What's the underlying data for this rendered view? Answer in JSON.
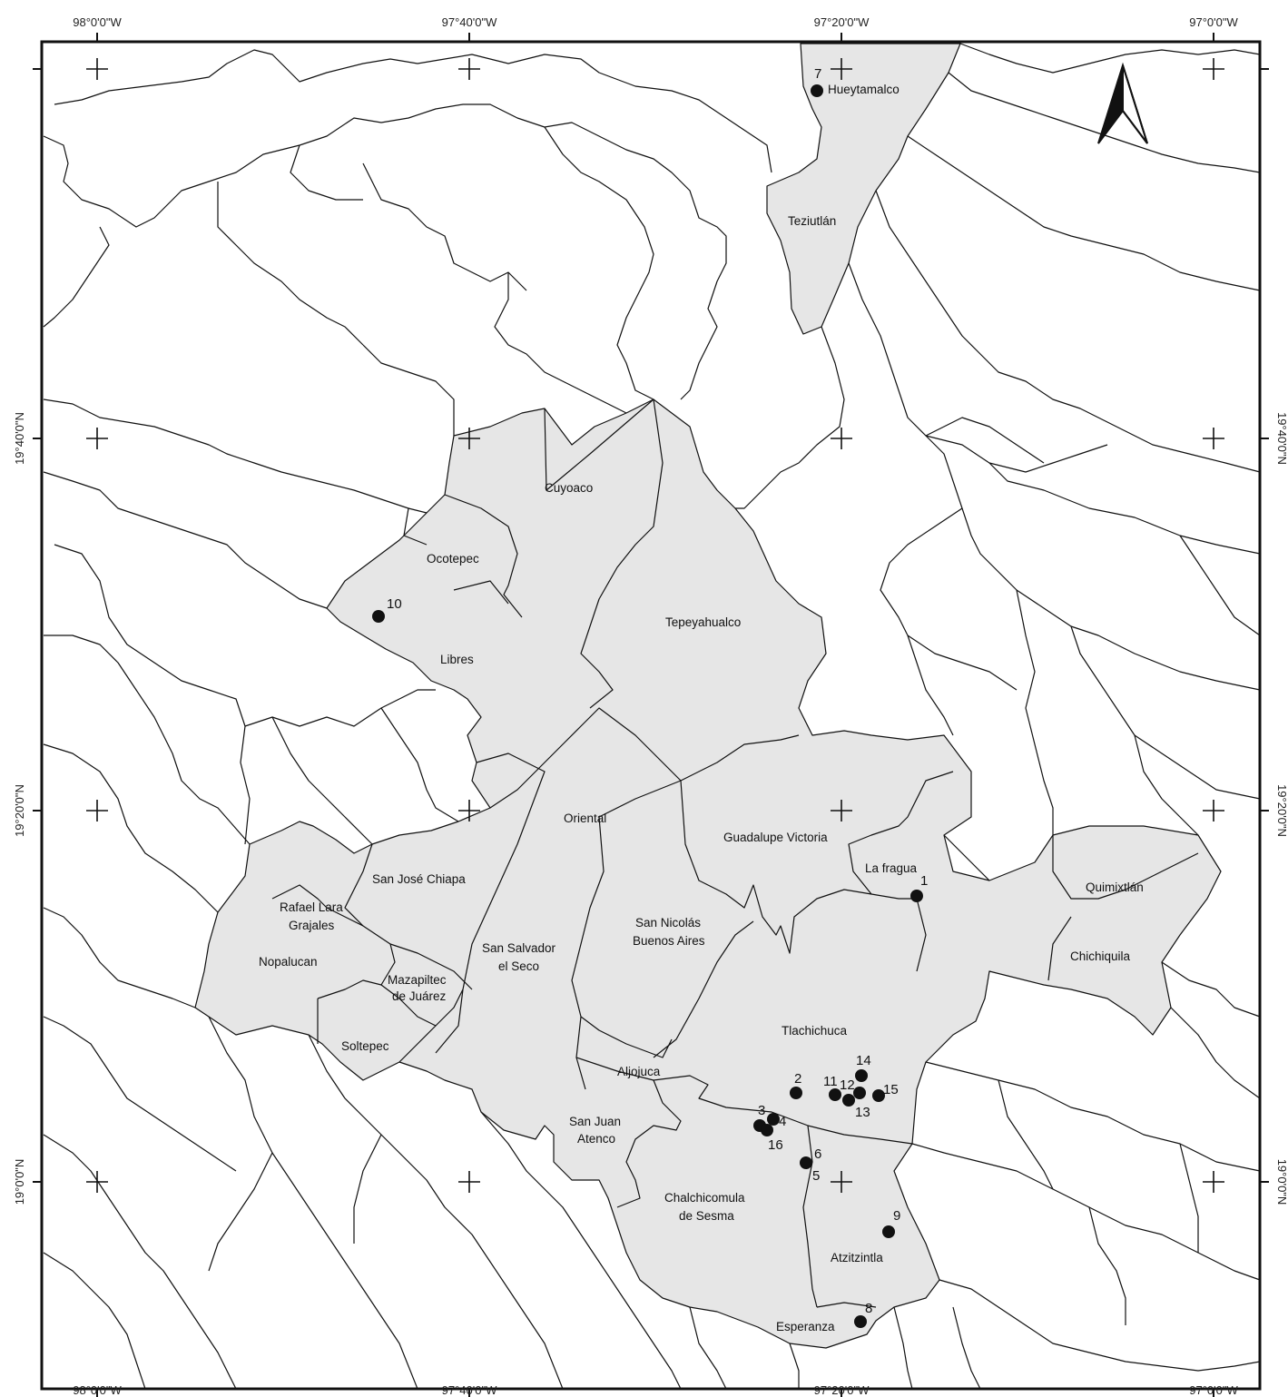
{
  "map": {
    "colors": {
      "study_area": "#e6e6e6",
      "boundary": "#111111",
      "site": "#111111",
      "frame": "#111111"
    },
    "icons": [
      "north-arrow-icon",
      "graticule-cross-icon",
      "site-dot-icon"
    ],
    "lon_labels": [
      "98°0'0\"W",
      "97°40'0\"W",
      "97°20'0\"W",
      "97°0'0\"W"
    ],
    "lat_labels": [
      "19°40'0\"N",
      "19°20'0\"N",
      "19°0'0\"N"
    ],
    "municipalities": [
      "Hueytamalco",
      "Teziutlán",
      "Cuyoaco",
      "Ocotepec",
      "Libres",
      "Tepeyahualco",
      "Oriental",
      "Guadalupe Victoria",
      "La fragua",
      "Quimixtlán",
      "San José Chiapa",
      "Rafael Lara",
      "Grajales",
      "Nopalucan",
      "San Salvador",
      "el Seco",
      "San Nicolás",
      "Buenos Aires",
      "Chichiquila",
      "Mazapiltec",
      "de Juárez",
      "Tlachichuca",
      "Soltepec",
      "Aljojuca",
      "San Juan",
      "Atenco",
      "Chalchicomula",
      "de Sesma",
      "Atzitzintla",
      "Esperanza"
    ],
    "sites": [
      "1",
      "2",
      "3",
      "4",
      "5",
      "6",
      "7",
      "8",
      "9",
      "10",
      "11",
      "12",
      "13",
      "14",
      "15",
      "16"
    ]
  }
}
